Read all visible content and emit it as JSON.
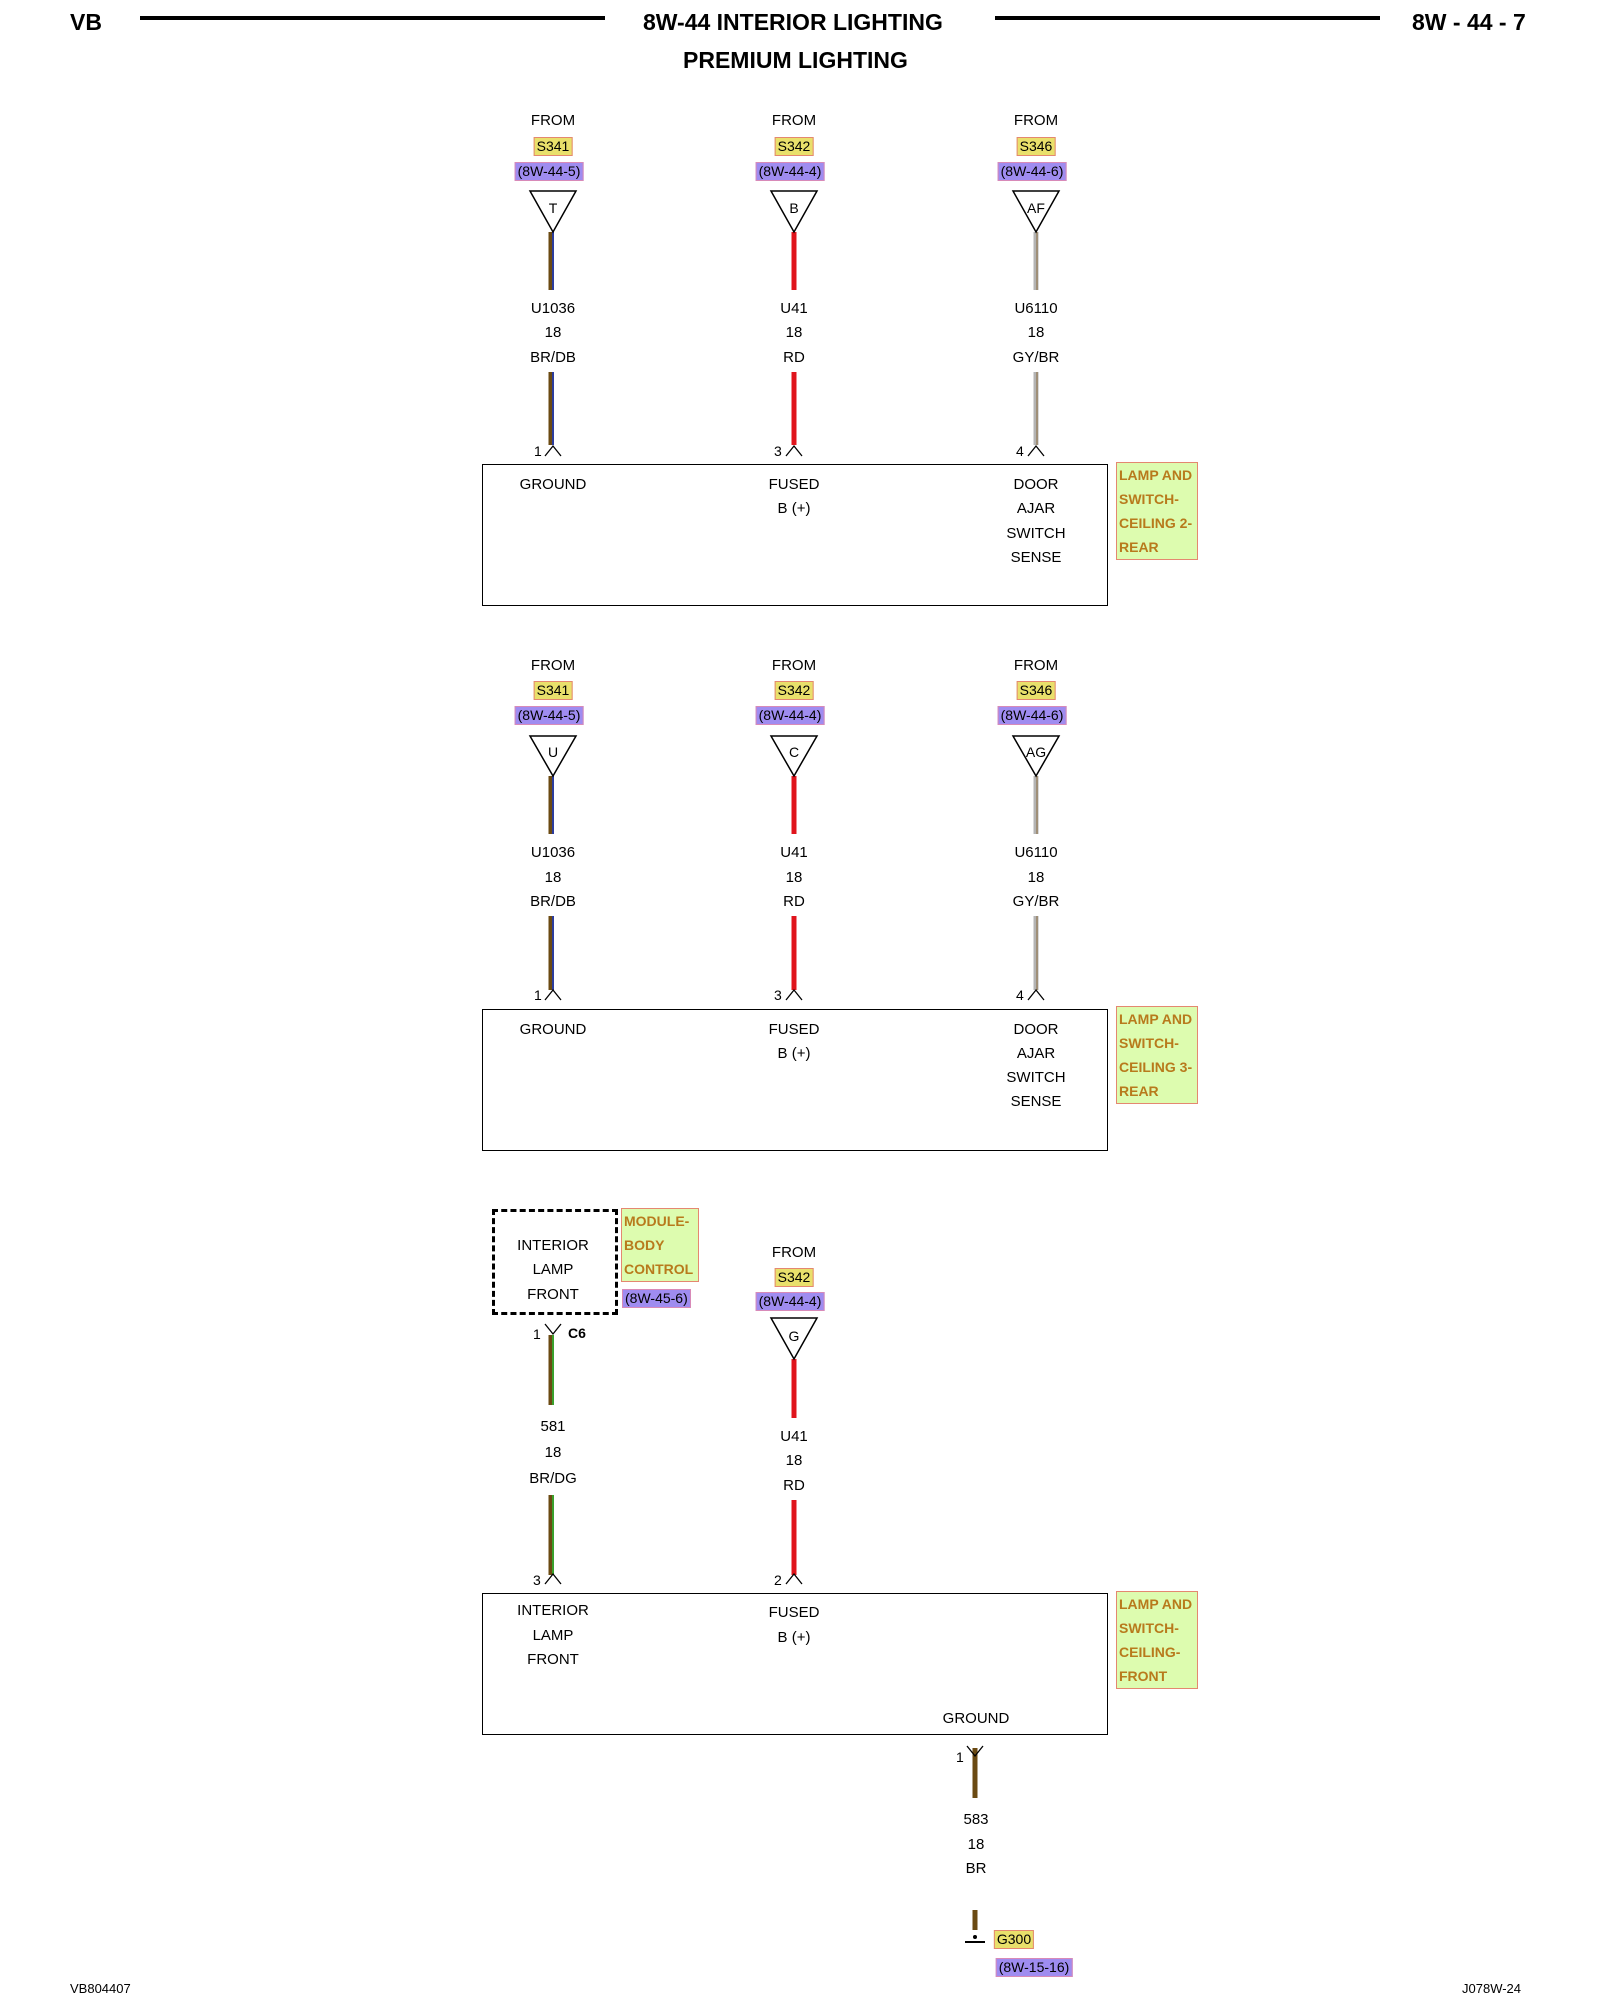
{
  "header": {
    "left": "VB",
    "title": "8W-44 INTERIOR LIGHTING",
    "subtitle": "PREMIUM LIGHTING",
    "right": "8W - 44 - 7"
  },
  "footer": {
    "left": "VB804407",
    "right": "J078W-24"
  },
  "common": {
    "from": "FROM"
  },
  "section1": {
    "component": [
      "LAMP AND",
      "SWITCH-",
      "CEILING 2-",
      "REAR"
    ],
    "wires": [
      {
        "splice": "S341",
        "ref": "(8W-44-5)",
        "tri": "T",
        "circuit": "U1036",
        "gauge": "18",
        "color": "BR/DB",
        "pin": "1",
        "func": [
          "GROUND"
        ],
        "color1": "#6b4a12",
        "color2": "#2c3c9c"
      },
      {
        "splice": "S342",
        "ref": "(8W-44-4)",
        "tri": "B",
        "circuit": "U41",
        "gauge": "18",
        "color": "RD",
        "pin": "3",
        "func": [
          "FUSED",
          "B (+)"
        ],
        "color1": "#e0141c",
        "color2": "#e0141c"
      },
      {
        "splice": "S346",
        "ref": "(8W-44-6)",
        "tri": "AF",
        "circuit": "U6110",
        "gauge": "18",
        "color": "GY/BR",
        "pin": "4",
        "func": [
          "DOOR",
          "AJAR",
          "SWITCH",
          "SENSE"
        ],
        "color1": "#b4b4b4",
        "color2": "#8a6a3c"
      }
    ]
  },
  "section2": {
    "component": [
      "LAMP AND",
      "SWITCH-",
      "CEILING 3-",
      "REAR"
    ],
    "wires": [
      {
        "splice": "S341",
        "ref": "(8W-44-5)",
        "tri": "U",
        "circuit": "U1036",
        "gauge": "18",
        "color": "BR/DB",
        "pin": "1",
        "func": [
          "GROUND"
        ],
        "color1": "#6b4a12",
        "color2": "#2c3c9c"
      },
      {
        "splice": "S342",
        "ref": "(8W-44-4)",
        "tri": "C",
        "circuit": "U41",
        "gauge": "18",
        "color": "RD",
        "pin": "3",
        "func": [
          "FUSED",
          "B (+)"
        ],
        "color1": "#e0141c",
        "color2": "#e0141c"
      },
      {
        "splice": "S346",
        "ref": "(8W-44-6)",
        "tri": "AG",
        "circuit": "U6110",
        "gauge": "18",
        "color": "GY/BR",
        "pin": "4",
        "func": [
          "DOOR",
          "AJAR",
          "SWITCH",
          "SENSE"
        ],
        "color1": "#b4b4b4",
        "color2": "#8a6a3c"
      }
    ]
  },
  "section3": {
    "module": {
      "name": [
        "MODULE-",
        "BODY",
        "CONTROL"
      ],
      "ref": "(8W-45-6)",
      "func": [
        "INTERIOR",
        "LAMP",
        "FRONT"
      ],
      "pin": "1",
      "connector": "C6"
    },
    "wire_left": {
      "circuit": "581",
      "gauge": "18",
      "color": "BR/DG",
      "pin": "3",
      "func": [
        "INTERIOR",
        "LAMP",
        "FRONT"
      ],
      "color1": "#6b4a12",
      "color2": "#3aa02c"
    },
    "wire_right": {
      "splice": "S342",
      "ref": "(8W-44-4)",
      "tri": "G",
      "circuit": "U41",
      "gauge": "18",
      "color": "RD",
      "pin": "2",
      "func": [
        "FUSED",
        "B (+)"
      ],
      "color1": "#e0141c"
    },
    "component": [
      "LAMP AND",
      "SWITCH-",
      "CEILING-",
      "FRONT"
    ],
    "ground": {
      "label": "GROUND",
      "pin": "1",
      "circuit": "583",
      "gauge": "18",
      "color": "BR",
      "point": "G300",
      "ref": "(8W-15-16)",
      "color1": "#6b4a12"
    }
  }
}
